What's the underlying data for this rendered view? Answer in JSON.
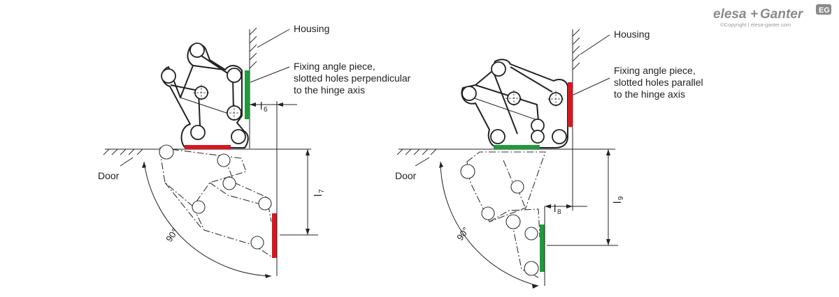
{
  "logo": {
    "brand_left": "elesa",
    "brand_plus": "+",
    "brand_right": "Ganter",
    "copyright": "©Copyright | elesa-ganter.com",
    "badge": "EG"
  },
  "left_view": {
    "housing_label": "Housing",
    "fixing_label_line1": "Fixing angle piece,",
    "fixing_label_line2": "slotted holes perpendicular",
    "fixing_label_line3": "to the hinge axis",
    "door_label": "Door",
    "angle_label": "90°",
    "dim_upper": {
      "letter": "l",
      "sub": "6"
    },
    "dim_lower": {
      "letter": "l",
      "sub": "7"
    }
  },
  "right_view": {
    "housing_label": "Housing",
    "fixing_label_line1": "Fixing angle piece,",
    "fixing_label_line2": "slotted holes parallel",
    "fixing_label_line3": "to the hinge axis",
    "door_label": "Door",
    "angle_label": "90°",
    "dim_upper": {
      "letter": "l",
      "sub": "8"
    },
    "dim_lower": {
      "letter": "l",
      "sub": "9"
    }
  },
  "colors": {
    "red_piece": "#d7161f",
    "green_piece": "#1f9a3c",
    "line": "#222222",
    "logo_gray": "#8a8a8a"
  }
}
